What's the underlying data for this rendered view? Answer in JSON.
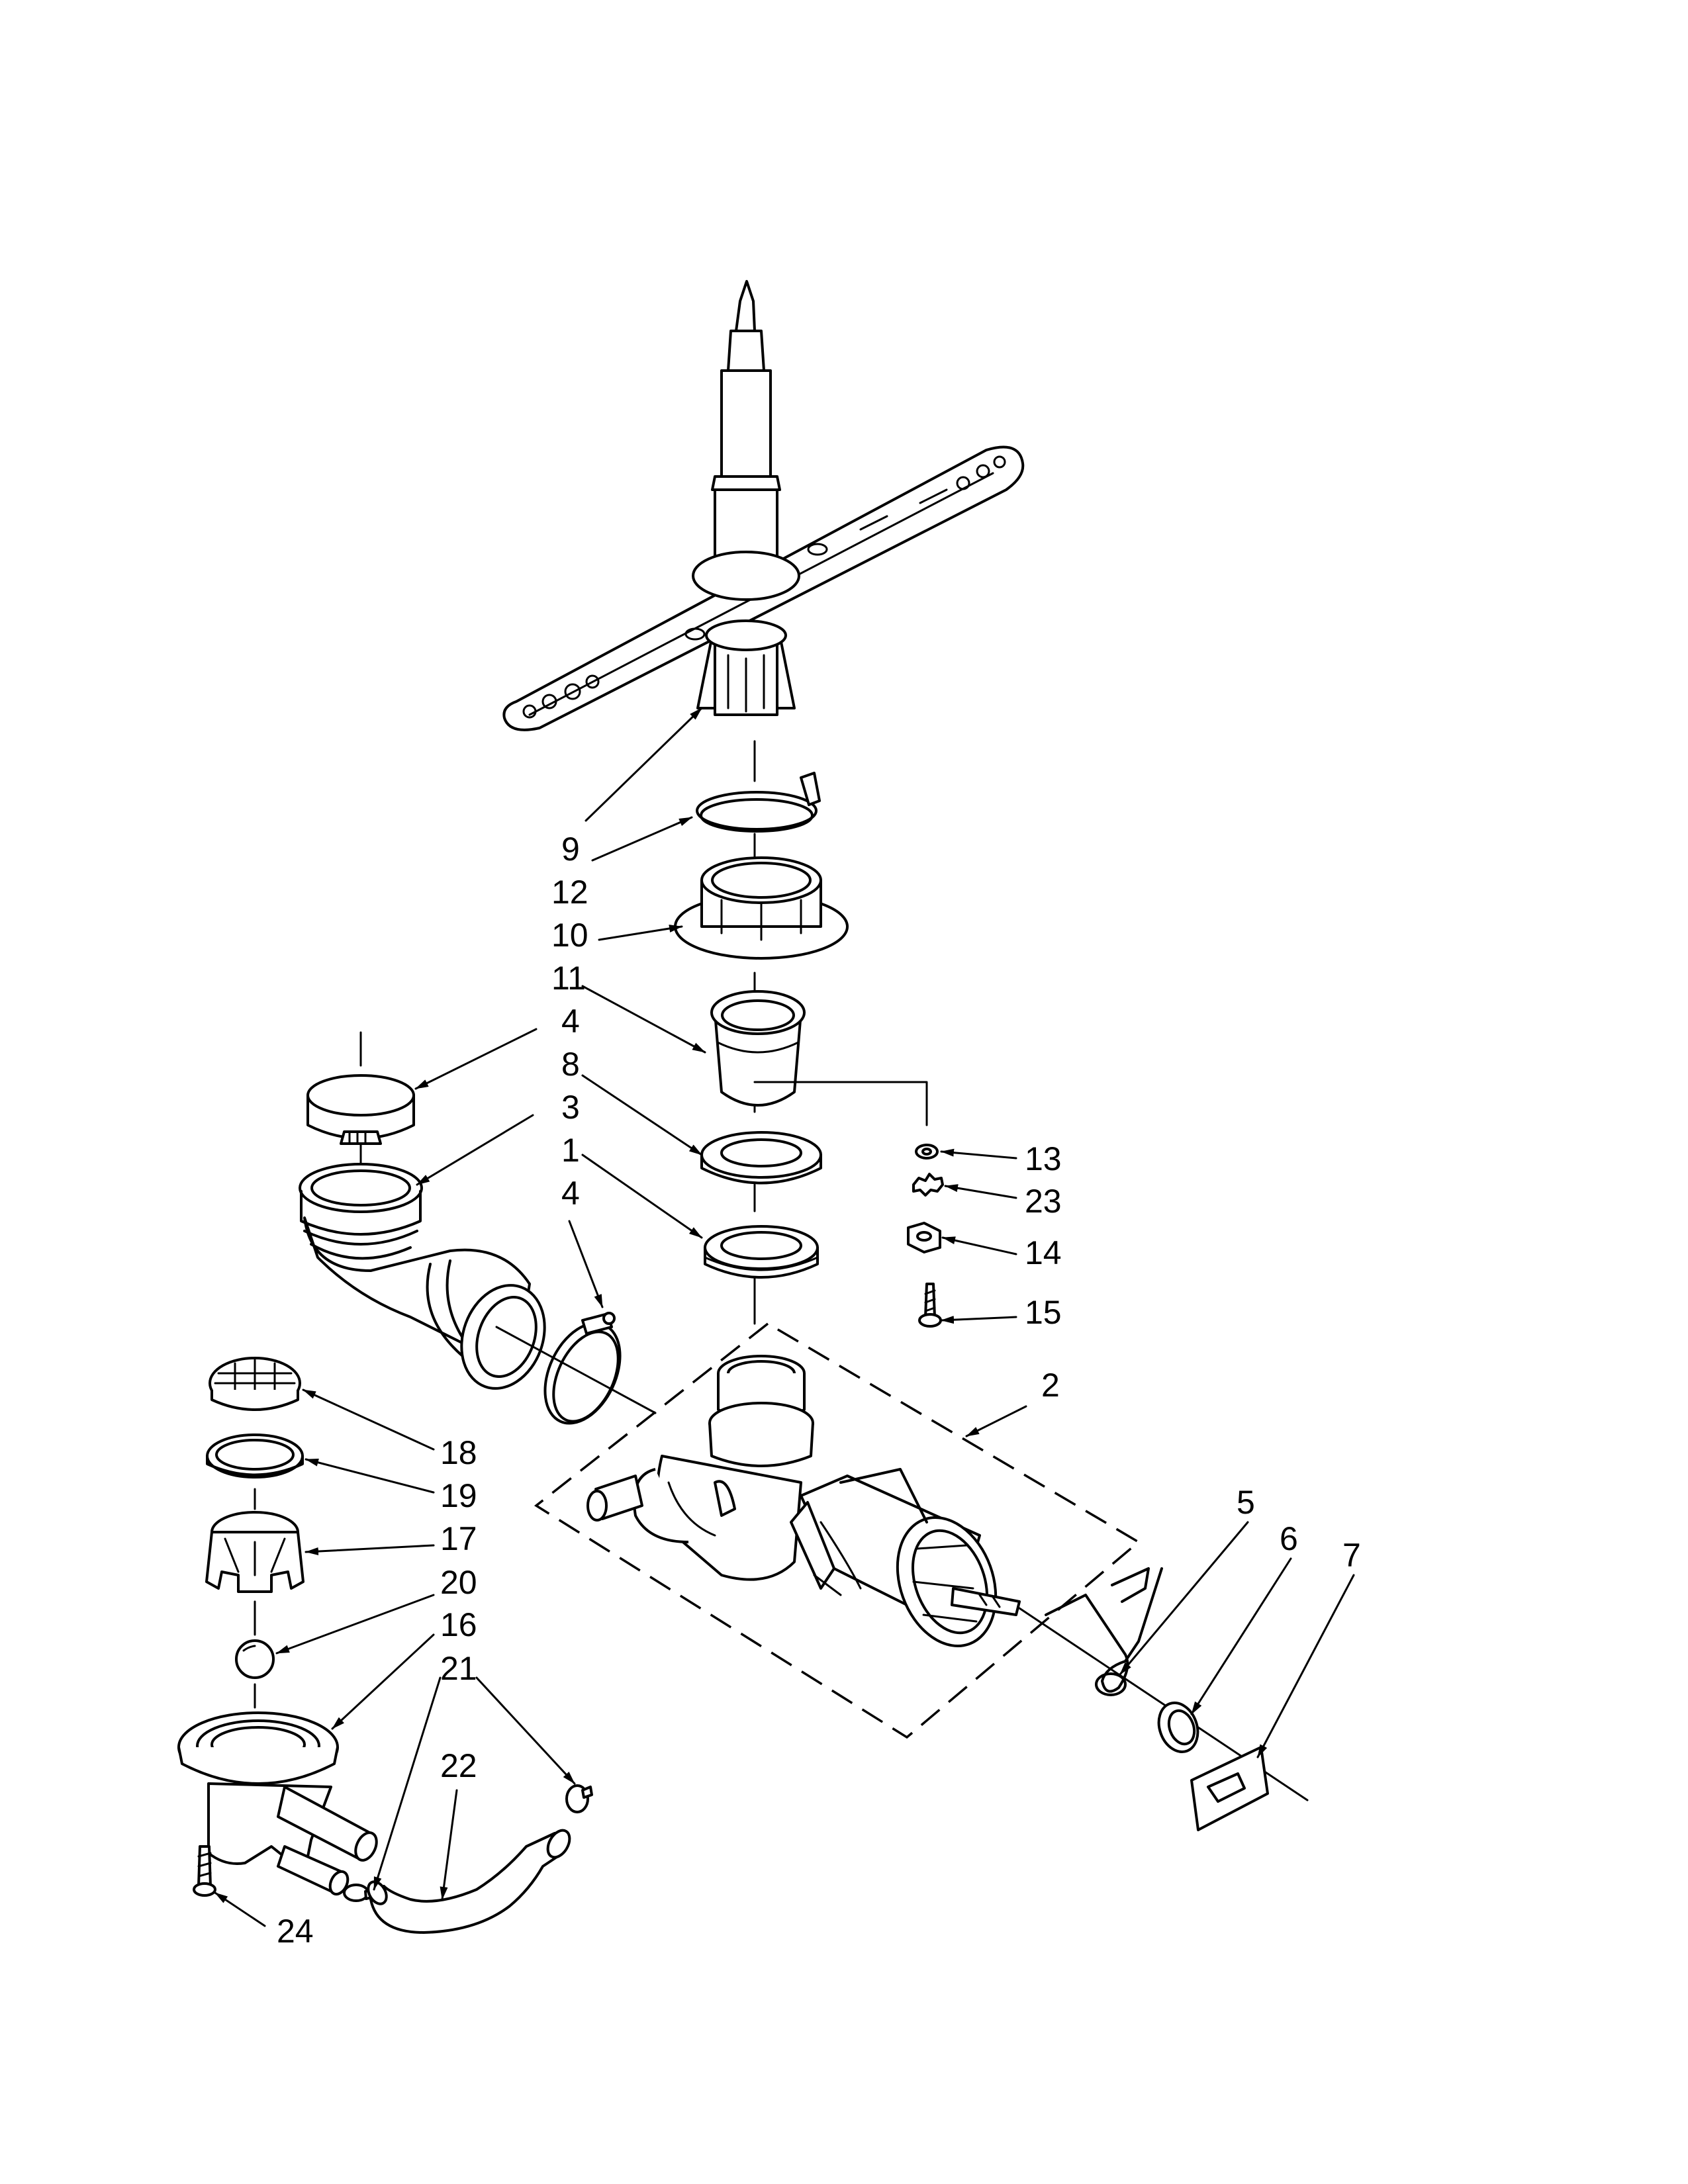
{
  "callouts": [
    {
      "id": "c9",
      "label": "9"
    },
    {
      "id": "c12",
      "label": "12"
    },
    {
      "id": "c10",
      "label": "10"
    },
    {
      "id": "c11",
      "label": "11"
    },
    {
      "id": "c4a",
      "label": "4"
    },
    {
      "id": "c8",
      "label": "8"
    },
    {
      "id": "c3",
      "label": "3"
    },
    {
      "id": "c1",
      "label": "1"
    },
    {
      "id": "c4b",
      "label": "4"
    },
    {
      "id": "c13",
      "label": "13"
    },
    {
      "id": "c23",
      "label": "23"
    },
    {
      "id": "c14",
      "label": "14"
    },
    {
      "id": "c15",
      "label": "15"
    },
    {
      "id": "c2",
      "label": "2"
    },
    {
      "id": "c18",
      "label": "18"
    },
    {
      "id": "c19",
      "label": "19"
    },
    {
      "id": "c17",
      "label": "17"
    },
    {
      "id": "c20",
      "label": "20"
    },
    {
      "id": "c16",
      "label": "16"
    },
    {
      "id": "c21",
      "label": "21"
    },
    {
      "id": "c22",
      "label": "22"
    },
    {
      "id": "c24",
      "label": "24"
    },
    {
      "id": "c5",
      "label": "5"
    },
    {
      "id": "c6",
      "label": "6"
    },
    {
      "id": "c7",
      "label": "7"
    }
  ]
}
